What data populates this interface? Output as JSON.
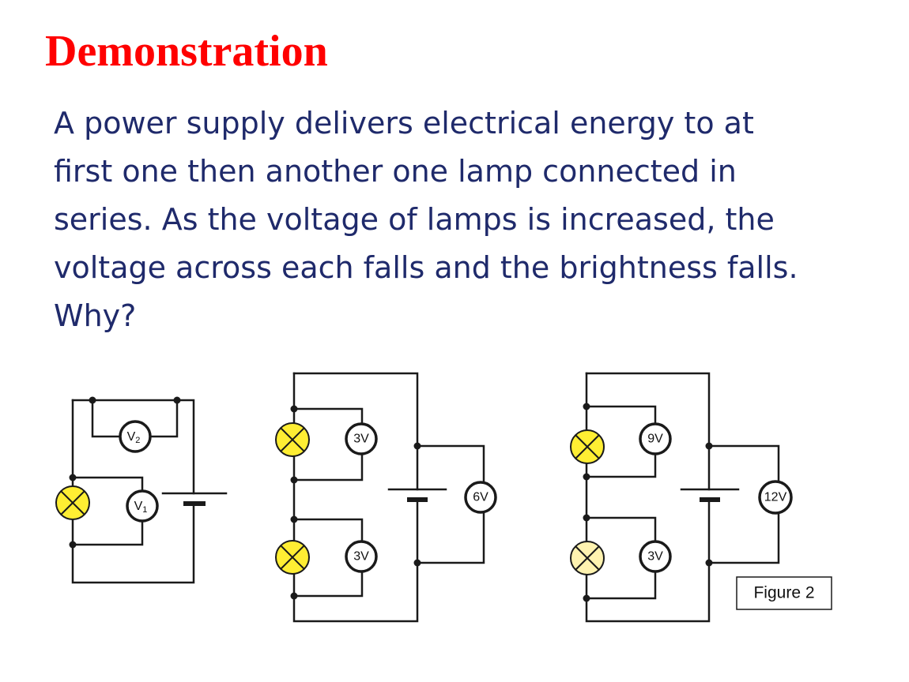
{
  "title": "Demonstration",
  "body_lines": [
    "A power supply delivers electrical energy to at",
    "first one then another one lamp connected in",
    "series. As the voltage of lamps is increased, the",
    "voltage across each falls and the brightness falls.",
    "Why?"
  ],
  "colors": {
    "title": "#ff0000",
    "body_text": "#1f2a6b",
    "lamp_bright": "#ffee33",
    "lamp_dim": "#fff3b0"
  },
  "circuits": [
    {
      "name": "single-lamp",
      "meters": [
        {
          "symbol": "V",
          "subscript": "2"
        },
        {
          "symbol": "V",
          "subscript": "1"
        }
      ],
      "lamps": [
        "bright"
      ]
    },
    {
      "name": "two-lamps-6V",
      "meters": [
        {
          "symbol": "3V",
          "subscript": ""
        },
        {
          "symbol": "3V",
          "subscript": ""
        },
        {
          "symbol": "6V",
          "subscript": ""
        }
      ],
      "lamps": [
        "bright",
        "bright"
      ]
    },
    {
      "name": "two-lamps-12V",
      "meters": [
        {
          "symbol": "9V",
          "subscript": ""
        },
        {
          "symbol": "3V",
          "subscript": ""
        },
        {
          "symbol": "12V",
          "subscript": ""
        }
      ],
      "lamps": [
        "bright",
        "dim"
      ]
    }
  ],
  "figure_label": "Figure 2"
}
